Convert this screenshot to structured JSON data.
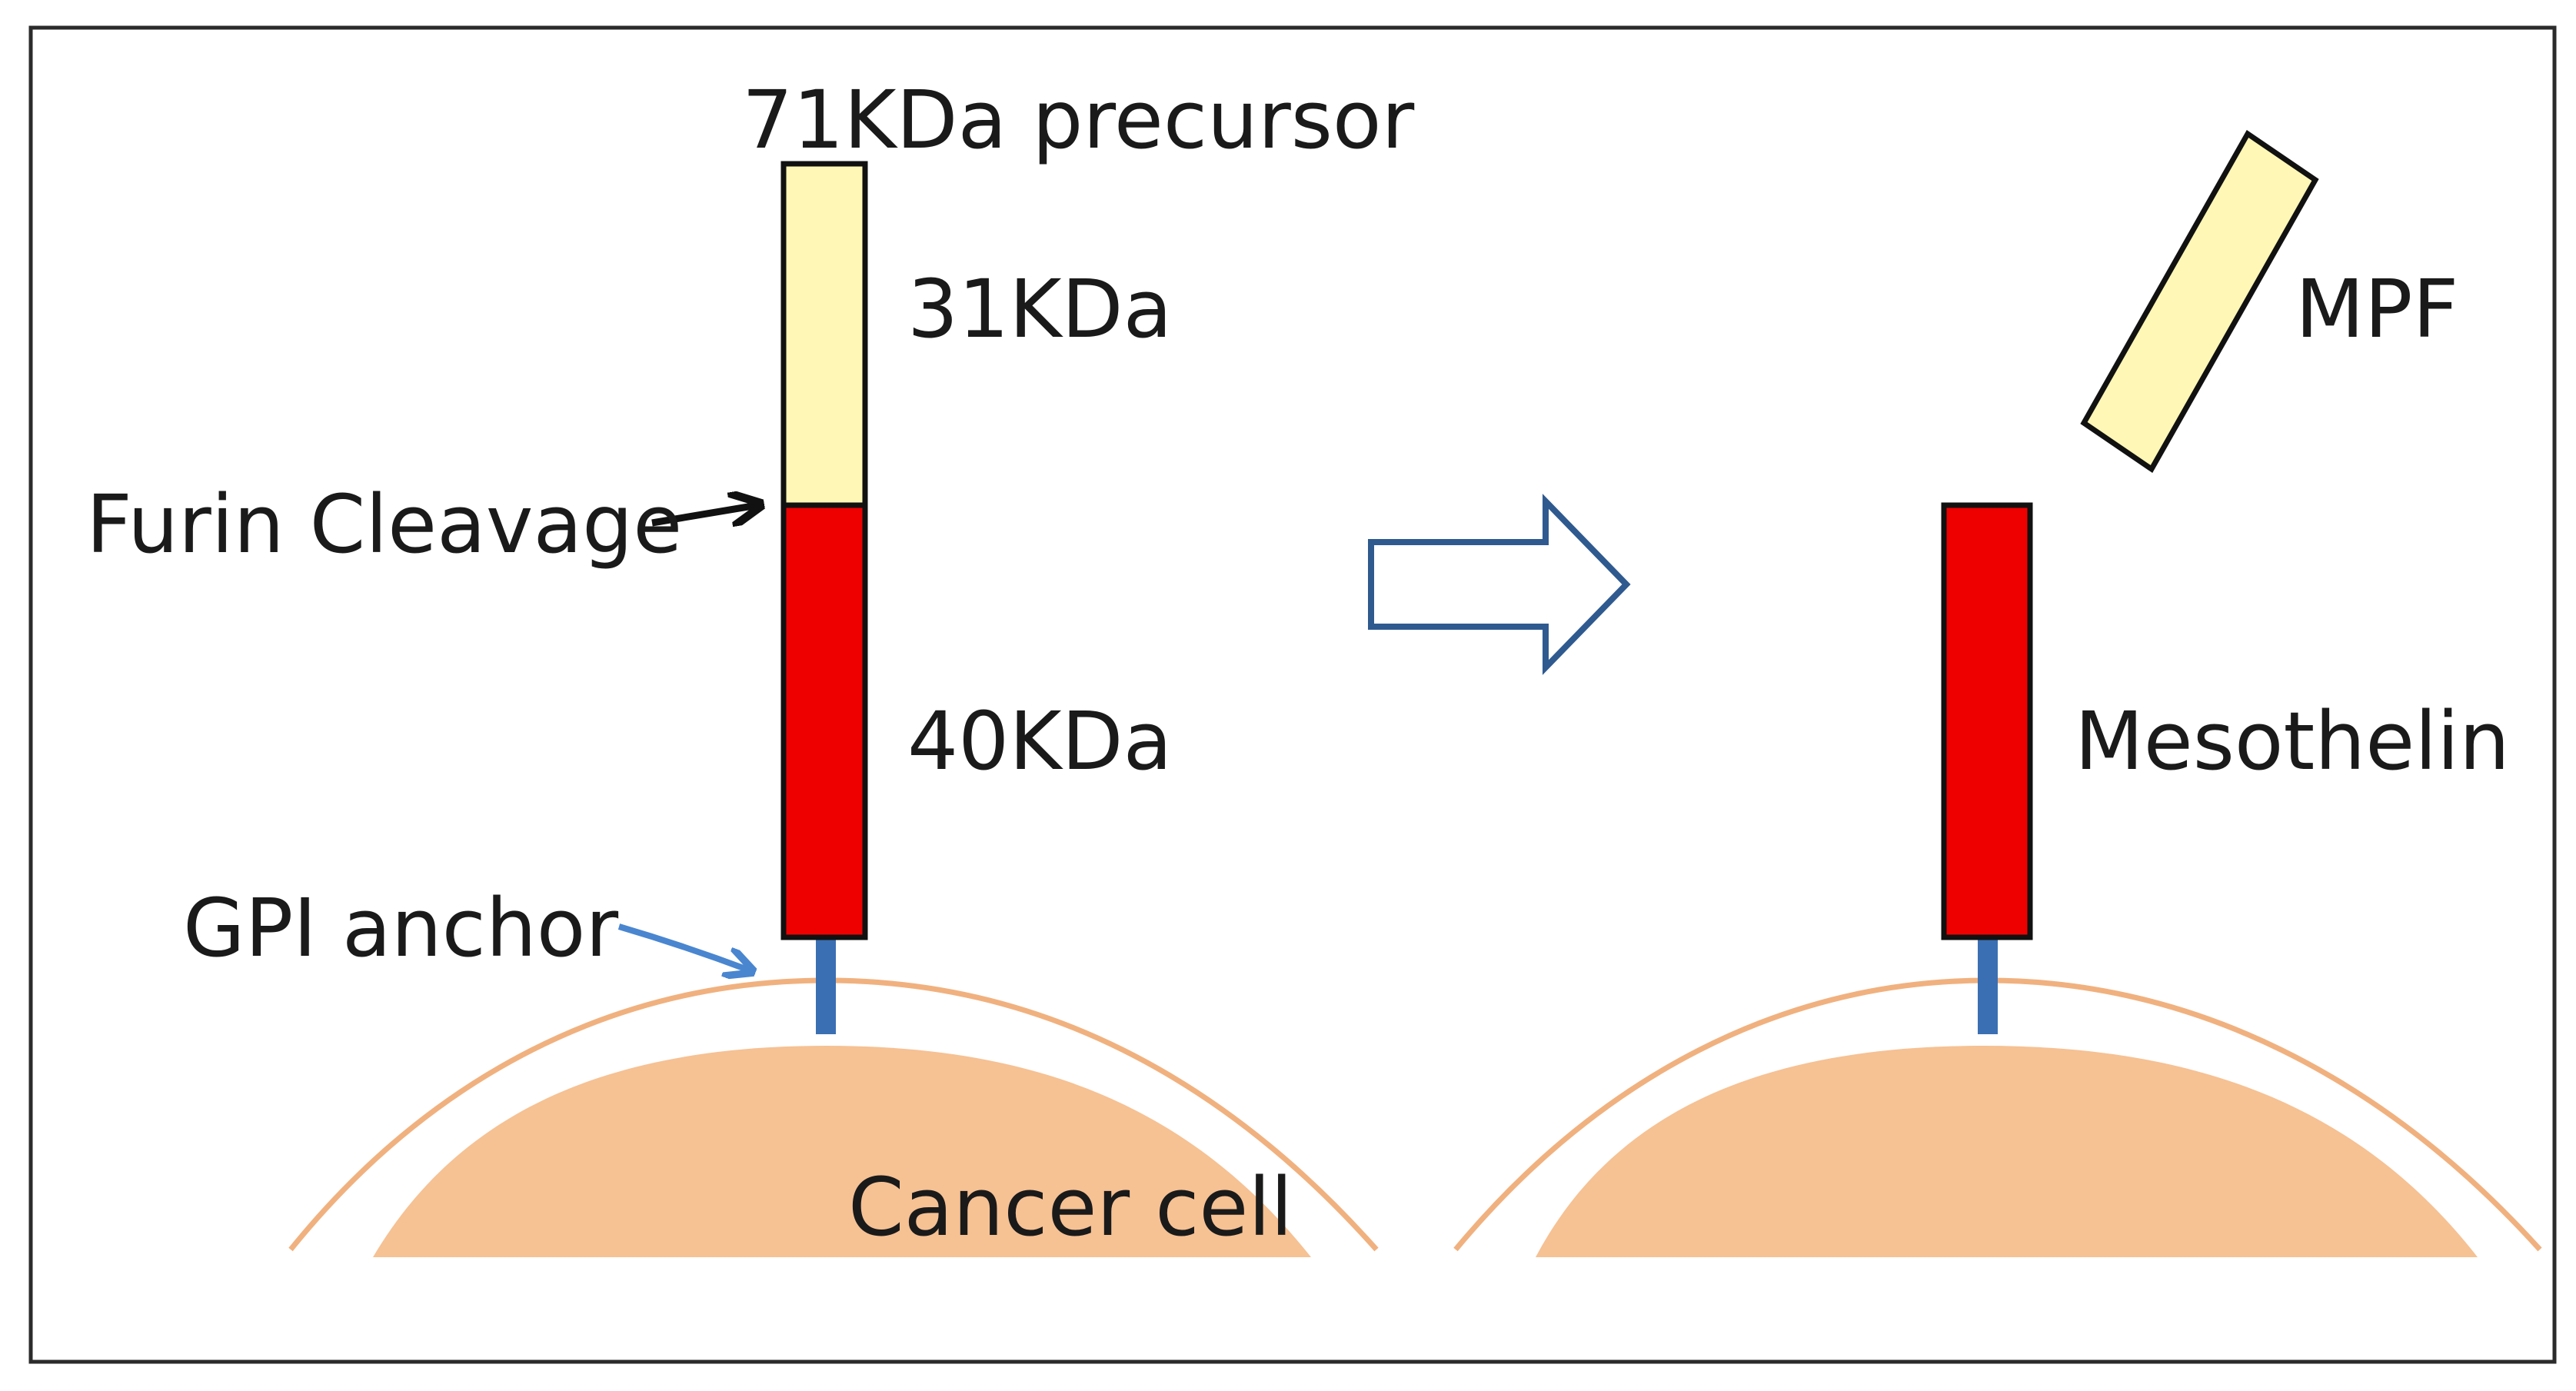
{
  "labels": {
    "precursor": "71KDa precursor",
    "n_terminal_fragment": "31KDa",
    "cleavage_site": "Furin Cleavage",
    "c_terminal_fragment": "40KDa",
    "anchor": "GPI anchor",
    "cell": "Cancer cell",
    "released_fragment": "MPF",
    "membrane_protein": "Mesothelin"
  },
  "colors": {
    "frame": "#2b2b2b",
    "mpf_fill": "#fff7b5",
    "mesothelin_fill": "#ee0000",
    "gpi_anchor": "#3a6fb3",
    "gpi_pointer_arrow": "#4a86d0",
    "membrane_line": "#f0b17f",
    "cell_fill": "#f6c193",
    "transition_arrow_stroke": "#2f5a8f",
    "text": "#1a1a1a"
  },
  "icons": {
    "transition": "outlined-right-arrow-icon",
    "cleavage_pointer": "black-arrow-icon",
    "anchor_pointer": "blue-arrow-icon"
  }
}
